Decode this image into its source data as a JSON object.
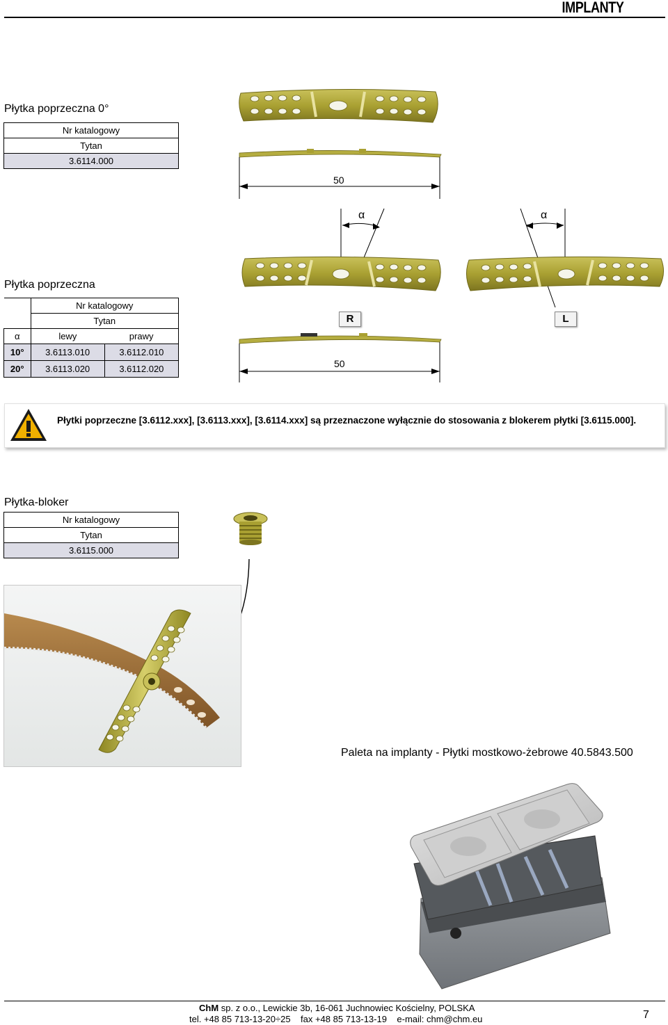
{
  "header": {
    "title": "IMPLANTY"
  },
  "section1": {
    "title": "Płytka poprzeczna 0°",
    "table": {
      "header1": "Nr katalogowy",
      "header2": "Tytan",
      "value": "3.6114.000"
    },
    "dimension": "50"
  },
  "section2": {
    "title": "Płytka poprzeczna",
    "table": {
      "header1": "Nr katalogowy",
      "header2": "Tytan",
      "col_alpha": "α",
      "col_left": "lewy",
      "col_right": "prawy",
      "rows": [
        {
          "angle": "10°",
          "left": "3.6113.010",
          "right": "3.6112.010"
        },
        {
          "angle": "20°",
          "left": "3.6113.020",
          "right": "3.6112.020"
        }
      ]
    },
    "alpha_label_1": "α",
    "alpha_label_2": "α",
    "right_label": "R",
    "left_label": "L",
    "dimension": "50"
  },
  "warning": {
    "text": "Płytki poprzeczne [3.6112.xxx], [3.6113.xxx], [3.6114.xxx] są przeznaczone wyłącznie do stosowania z blokerem płytki [3.6115.000].",
    "icon": "warning-triangle-icon"
  },
  "section3": {
    "title": "Płytka-bloker",
    "table": {
      "header1": "Nr katalogowy",
      "header2": "Tytan",
      "value": "3.6115.000"
    }
  },
  "tray": {
    "caption": "Paleta na implanty - Płytki mostkowo-żebrowe 40.5843.500"
  },
  "footer": {
    "company_bold": "ChM",
    "company_rest": " sp. z o.o., Lewickie 3b, 16-061 Juchnowiec Kościelny, POLSKA",
    "contact": "tel. +48 85 713-13-20÷25    fax +48 85 713-13-19    e-mail: chm@chm.eu",
    "page_number": "7"
  },
  "colors": {
    "plate_gold": "#a9a032",
    "table_value_bg": "#dcdce6",
    "bronze_bar": "#a0703a"
  }
}
